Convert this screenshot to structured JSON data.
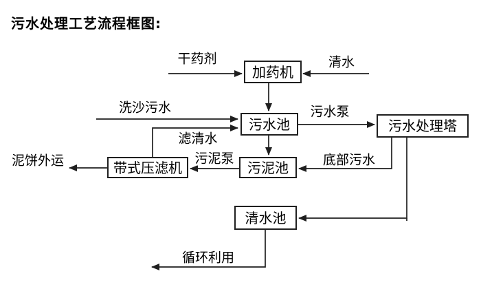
{
  "title": "污水处理工艺流程框图:",
  "nodes": [
    {
      "id": "dosing-machine",
      "label": "加药机"
    },
    {
      "id": "sewage-pool",
      "label": "污水池"
    },
    {
      "id": "sewage-treatment-tower",
      "label": "污水处理塔"
    },
    {
      "id": "sludge-pool",
      "label": "污泥池"
    },
    {
      "id": "belt-filter-press",
      "label": "带式压滤机"
    },
    {
      "id": "clean-water-pool",
      "label": "清水池"
    }
  ],
  "edge_labels": [
    {
      "id": "dry-chemical",
      "text": "干药剂"
    },
    {
      "id": "clean-water",
      "text": "清水"
    },
    {
      "id": "sand-washing-sewage",
      "text": "洗沙污水"
    },
    {
      "id": "filtered-water",
      "text": "滤清水"
    },
    {
      "id": "sewage-pump",
      "text": "污水泵"
    },
    {
      "id": "bottom-sewage",
      "text": "底部污水"
    },
    {
      "id": "sludge-pump",
      "text": "污泥泵"
    },
    {
      "id": "mud-cake-outbound",
      "text": "泥饼外运"
    },
    {
      "id": "recycle-use",
      "text": "循环利用"
    }
  ],
  "colors": {
    "line": "#1f1f1f",
    "text": "#000000",
    "background": "#ffffff"
  }
}
